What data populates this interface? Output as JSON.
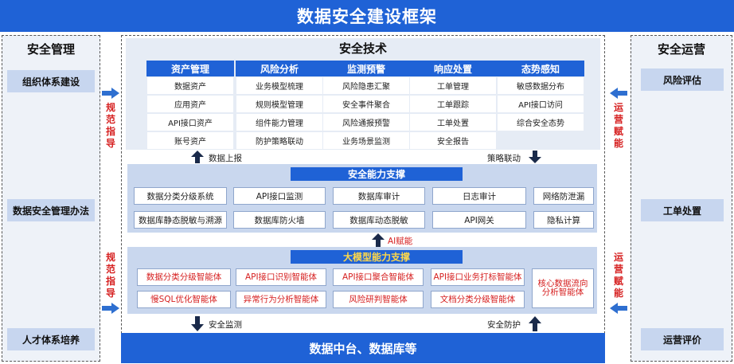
{
  "title": "数据安全建设框架",
  "left_panel": {
    "title": "安全管理",
    "items": [
      "组织体系建设",
      "数据安全管理办法",
      "人才体系培养"
    ]
  },
  "right_panel": {
    "title": "安全运营",
    "items": [
      "风险评估",
      "工单处置",
      "运营评价"
    ]
  },
  "left_arrows": [
    "规范指导",
    "规范指导"
  ],
  "right_arrows": [
    "运营赋能",
    "运营赋能"
  ],
  "tech": {
    "title": "安全技术",
    "columns": [
      {
        "header": "资产管理",
        "items": [
          "数据资产",
          "应用资产",
          "API接口资产",
          "账号资产"
        ]
      },
      {
        "header": "风险分析",
        "items": [
          "业务模型梳理",
          "规则模型管理",
          "组件能力管理",
          "防护策略联动"
        ]
      },
      {
        "header": "监测预警",
        "items": [
          "风险隐患汇聚",
          "安全事件聚合",
          "风险通报预警",
          "业务场景监测"
        ]
      },
      {
        "header": "响应处置",
        "items": [
          "工单管理",
          "工单跟踪",
          "工单处置",
          "安全报告"
        ]
      },
      {
        "header": "态势感知",
        "items": [
          "敏感数据分布",
          "API接口访问",
          "综合安全态势"
        ]
      }
    ]
  },
  "arrows": {
    "data_report": "数据上报",
    "policy_link": "策略联动",
    "ai_empower": "AI赋能",
    "security_monitor": "安全监测",
    "security_protect": "安全防护"
  },
  "capability": {
    "title": "安全能力支撑",
    "row1": [
      "数据分类分级系统",
      "API接口监测",
      "数据库审计",
      "日志审计",
      "网络防泄漏"
    ],
    "row2": [
      "数据库静态脱敏与溯源",
      "数据库防火墙",
      "数据库动态脱敏",
      "API网关",
      "隐私计算"
    ]
  },
  "ai_capability": {
    "title": "大模型能力支撑",
    "row1": [
      "数据分类分级智能体",
      "API接口识别智能体",
      "API接口聚合智能体",
      "API接口业务打标智能体"
    ],
    "row2": [
      "慢SQL优化智能体",
      "异常行为分析智能体",
      "风险研判智能体",
      "文档分类分级智能体"
    ],
    "tall": "核心数据流向分析智能体"
  },
  "bottom": "数据中台、数据库等",
  "colors": {
    "primary_blue": "#1f62d6",
    "light_panel": "#e6ecf5",
    "band_blue": "#c9d7ee",
    "side_item": "#c7d6ef",
    "accent_red": "#d62020",
    "ai_title_yellow": "#ffd84a"
  }
}
